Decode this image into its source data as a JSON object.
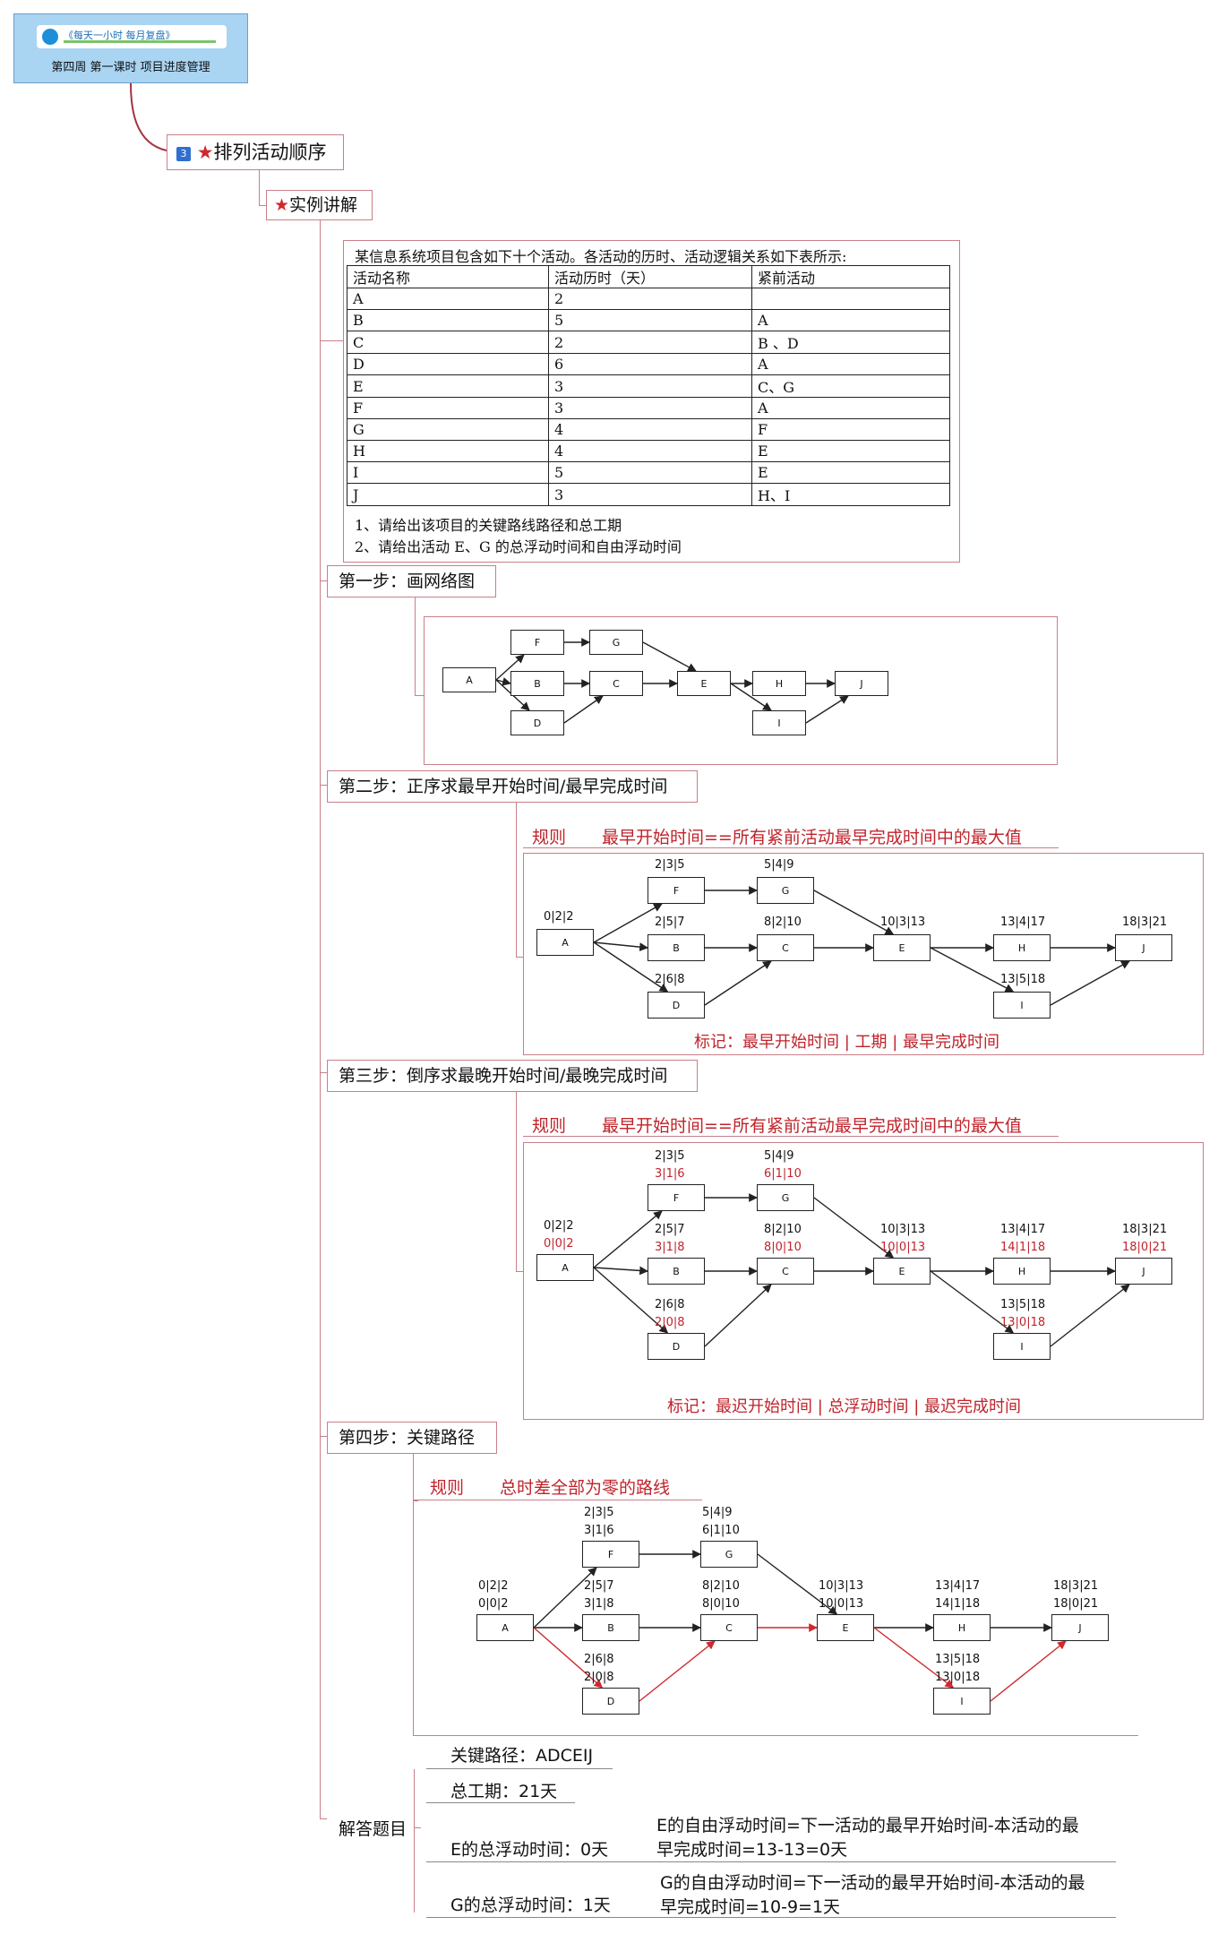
{
  "root": {
    "banner": "《每天一小时 每月复盘》",
    "title": "第四周 第一课时 项目进度管理"
  },
  "topic1": {
    "badge": "3",
    "label": "排列活动顺序"
  },
  "topic2": {
    "label": "实例讲解"
  },
  "problem": {
    "intro": "某信息系统项目包含如下十个活动。各活动的历时、活动逻辑关系如下表所示:",
    "headers": [
      "活动名称",
      "活动历时（天）",
      "紧前活动"
    ],
    "rows": [
      [
        "A",
        "2",
        ""
      ],
      [
        "B",
        "5",
        "A"
      ],
      [
        "C",
        "2",
        "B 、D"
      ],
      [
        "D",
        "6",
        "A"
      ],
      [
        "E",
        "3",
        "C、G"
      ],
      [
        "F",
        "3",
        "A"
      ],
      [
        "G",
        "4",
        "F"
      ],
      [
        "H",
        "4",
        "E"
      ],
      [
        "I",
        "5",
        "E"
      ],
      [
        "J",
        "3",
        "H、I"
      ]
    ],
    "q1": "1、请给出该项目的关键路线路径和总工期",
    "q2": "2、请给出活动 E、G 的总浮动时间和自由浮动时间"
  },
  "steps": {
    "s1": "第一步：画网络图",
    "s2": "第二步：正序求最早开始时间/最早完成时间",
    "s3": "第三步：倒序求最晚开始时间/最晚完成时间",
    "s4": "第四步：关键路径"
  },
  "rules": {
    "s2": {
      "k": "规则",
      "v": "最早开始时间==所有紧前活动最早完成时间中的最大值"
    },
    "s3": {
      "k": "规则",
      "v": "最早开始时间==所有紧前活动最早完成时间中的最大值"
    },
    "s4": {
      "k": "规则",
      "v": "总时差全部为零的路线"
    }
  },
  "captions": {
    "s2": "标记：最早开始时间 | 工期 | 最早完成时间",
    "s3": "标记：最迟开始时间 | 总浮动时间 | 最迟完成时间"
  },
  "nodes": [
    "A",
    "B",
    "C",
    "D",
    "E",
    "F",
    "G",
    "H",
    "I",
    "J"
  ],
  "early": {
    "A": "0|2|2",
    "B": "2|5|7",
    "C": "8|2|10",
    "D": "2|6|8",
    "E": "10|3|13",
    "F": "2|3|5",
    "G": "5|4|9",
    "H": "13|4|17",
    "I": "13|5|18",
    "J": "18|3|21"
  },
  "late": {
    "A": "0|0|2",
    "B": "3|1|8",
    "C": "8|0|10",
    "D": "2|0|8",
    "E": "10|0|13",
    "F": "3|1|6",
    "G": "6|1|10",
    "H": "14|1|18",
    "I": "13|0|18",
    "J": "18|0|21"
  },
  "answers": {
    "group": "解答题目",
    "critical": "关键路径：ADCEIJ",
    "duration": "总工期：21天",
    "e_total": "E的总浮动时间：0天",
    "e_free_1": "E的自由浮动时间=下一活动的最早开始时间-本活动的最",
    "e_free_2": "早完成时间=13-13=0天",
    "g_total": "G的总浮动时间：1天",
    "g_free_1": "G的自由浮动时间=下一活动的最早开始时间-本活动的最",
    "g_free_2": "早完成时间=10-9=1天"
  },
  "colors": {
    "accent": "#c0232b",
    "connector": "#c97f87",
    "banner": "#a9d4f2"
  }
}
